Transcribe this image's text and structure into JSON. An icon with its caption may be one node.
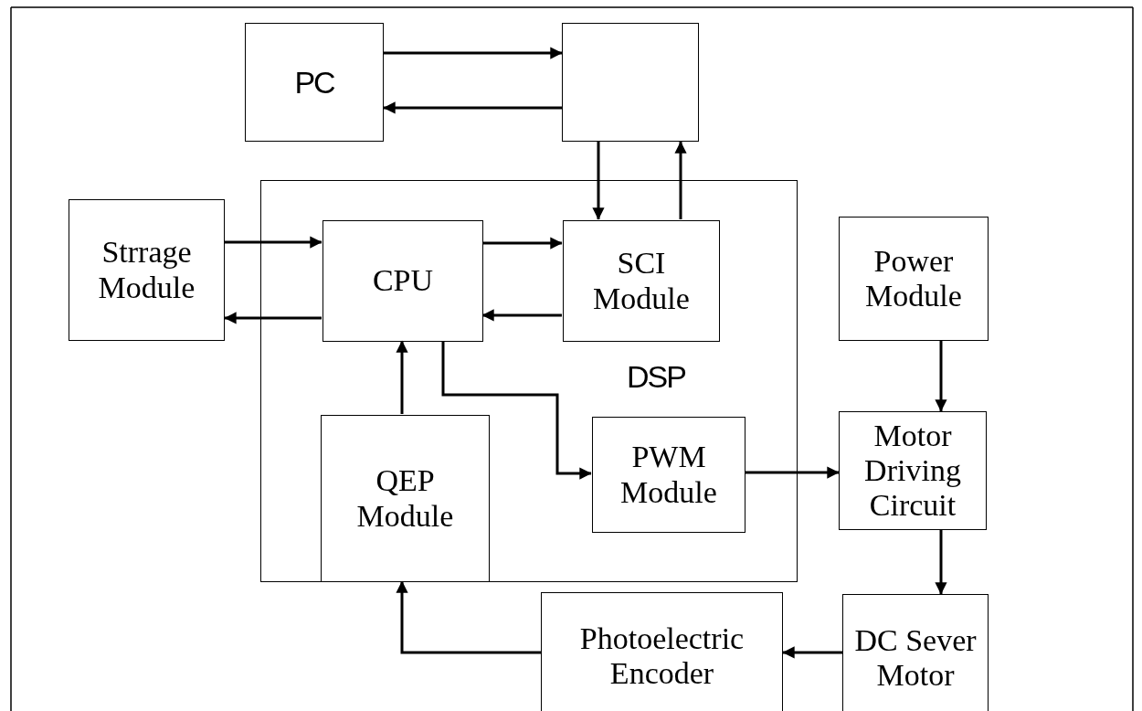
{
  "diagram": {
    "nodes": [
      {
        "text": [
          "PC"
        ]
      },
      {
        "text": [],
        "shape": "box"
      },
      {
        "text": [
          "DSP"
        ]
      },
      {
        "text": [
          "Strrage Module"
        ]
      },
      {
        "text": [
          "CPU"
        ],
        "in": 2
      },
      {
        "text": [
          "SCI Module"
        ],
        "in": 2
      },
      {
        "text": [
          "Power Module"
        ]
      },
      {
        "text": [
          "QEP Module"
        ],
        "in": 2
      },
      {
        "text": [
          "PWM Module"
        ],
        "in": 2
      },
      {
        "text": [
          "Motor Driving Circuit"
        ]
      },
      {
        "text": [
          "Photoelectric Encoder"
        ]
      },
      {
        "text": [
          "DC Sever Motor"
        ]
      }
    ],
    "edges": [
      {
        "from": 0,
        "to": 1,
        "arrow": "to"
      },
      {
        "from": 1,
        "to": 0,
        "arrow": "to"
      },
      {
        "from": 1,
        "to": 5,
        "arrow": "to"
      },
      {
        "from": 5,
        "to": 1,
        "arrow": "to"
      },
      {
        "from": 3,
        "to": 4,
        "arrow": "to"
      },
      {
        "from": 4,
        "to": 3,
        "arrow": "to"
      },
      {
        "from": 4,
        "to": 5,
        "arrow": "to"
      },
      {
        "from": 5,
        "to": 4,
        "arrow": "to"
      },
      {
        "from": 7,
        "to": 4,
        "arrow": "to"
      },
      {
        "from": 4,
        "to": 8,
        "arrow": "to"
      },
      {
        "from": 8,
        "to": 9,
        "arrow": "to"
      },
      {
        "from": 6,
        "to": 9,
        "arrow": "to"
      },
      {
        "from": 9,
        "to": 11,
        "arrow": "to"
      },
      {
        "from": 11,
        "to": 10,
        "arrow": "to"
      },
      {
        "from": 10,
        "to": 7,
        "arrow": "to"
      }
    ]
  }
}
